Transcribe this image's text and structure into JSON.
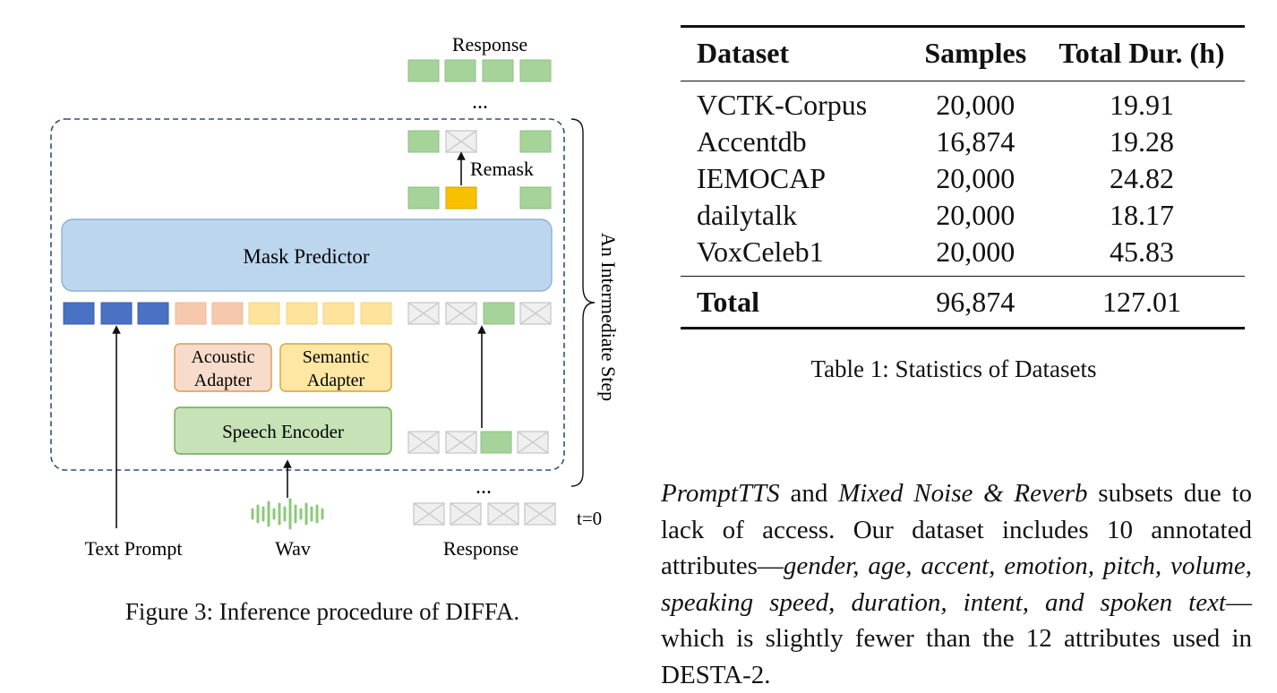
{
  "figure": {
    "caption": "Figure 3: Inference procedure of DIFFA.",
    "response_top_label": "Response",
    "ellipsis_top": "...",
    "remask_label": "Remask",
    "mask_predictor_label": "Mask Predictor",
    "acoustic_adapter_line1": "Acoustic",
    "acoustic_adapter_line2": "Adapter",
    "semantic_adapter_line1": "Semantic",
    "semantic_adapter_line2": "Adapter",
    "speech_encoder_label": "Speech Encoder",
    "intermediate_step_label": "An Intermediate Step",
    "ellipsis_bottom": "...",
    "t0_label": "t=0",
    "text_prompt_label": "Text Prompt",
    "wav_label": "Wav",
    "response_bottom_label": "Response",
    "colors": {
      "token_green": "#a5d39a",
      "token_mask_fill": "#efefef",
      "token_orange": "#f8c100",
      "text_token_blue": "#4a72c4",
      "acoustic_token": "#f6c9ae",
      "semantic_token": "#fde39b",
      "mask_predictor_fill": "#bcd6ee",
      "speech_encoder_fill": "#c6e2b6",
      "dashed_border": "#2f4f7f"
    }
  },
  "table": {
    "headers": [
      "Dataset",
      "Samples",
      "Total Dur. (h)"
    ],
    "rows": [
      [
        "VCTK-Corpus",
        "20,000",
        "19.91"
      ],
      [
        "Accentdb",
        "16,874",
        "19.28"
      ],
      [
        "IEMOCAP",
        "20,000",
        "24.82"
      ],
      [
        "dailytalk",
        "20,000",
        "18.17"
      ],
      [
        "VoxCeleb1",
        "20,000",
        "45.83"
      ]
    ],
    "total": [
      "Total",
      "96,874",
      "127.01"
    ],
    "caption": "Table 1: Statistics of Datasets"
  },
  "paragraph": {
    "s1": "PromptTTS",
    "s2": " and ",
    "s3": "Mixed Noise & Reverb",
    "s4": " subsets due to lack of access. Our dataset includes 10 annotated attributes—",
    "s5": "gender, age, accent, emotion, pitch, volume, speaking speed, duration, intent, and spoken text",
    "s6": "—which is slightly fewer than the 12 attributes used in DESTA-2."
  }
}
